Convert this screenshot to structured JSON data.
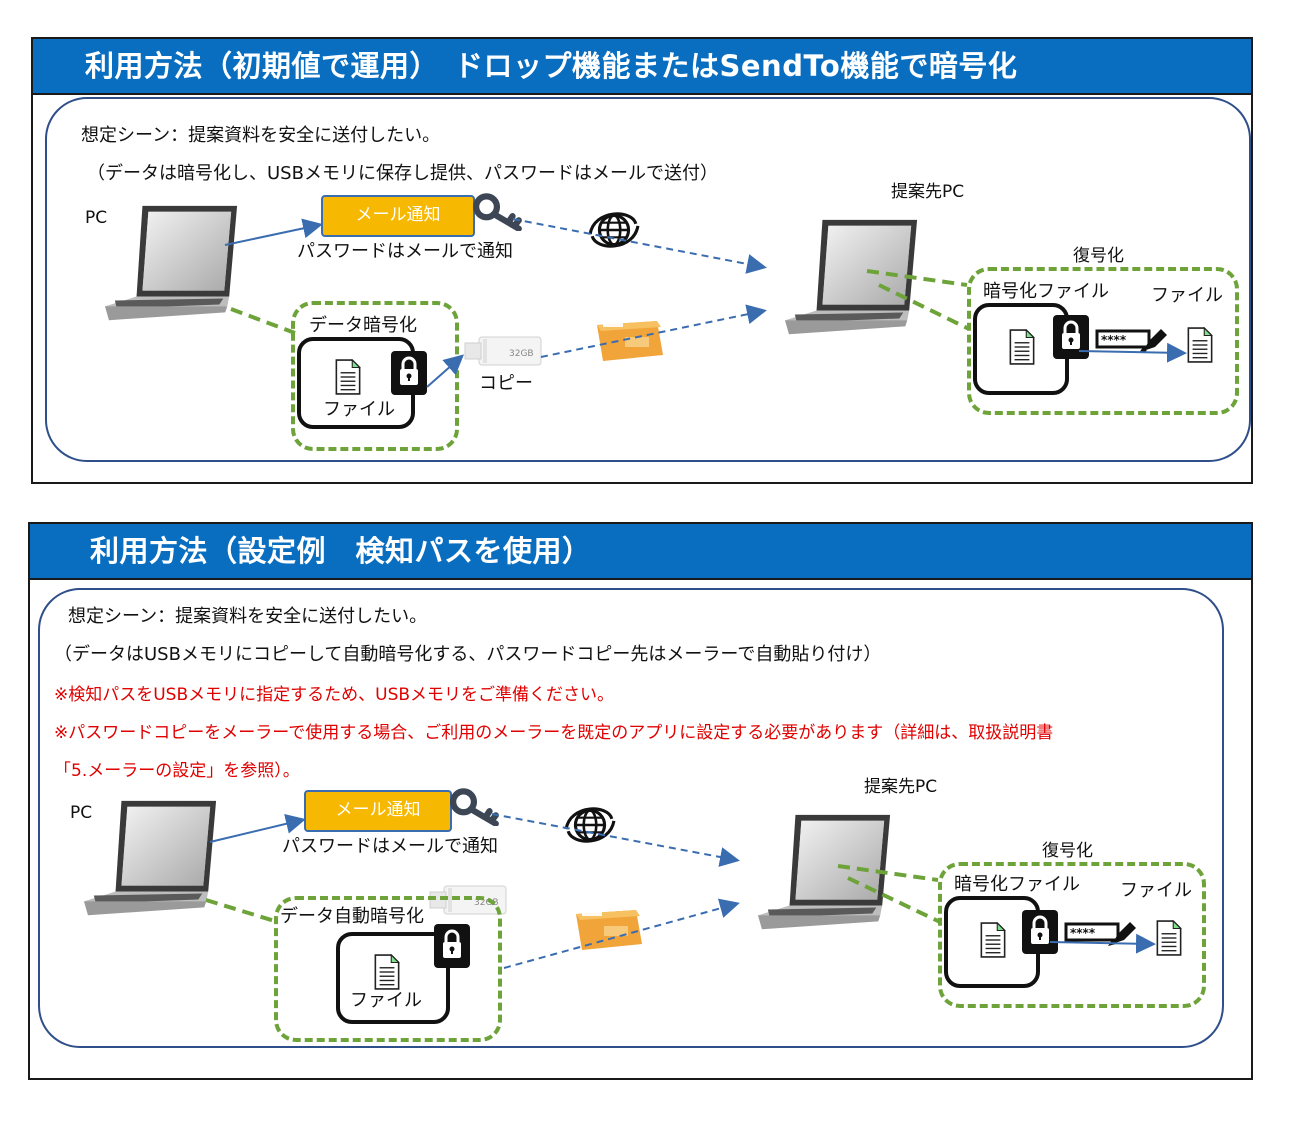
{
  "panel1": {
    "title": "利用方法（初期値で運用）　ドロップ機能またはSendTo機能で暗号化",
    "scene": "想定シーン：提案資料を安全に送付したい。",
    "desc": "（データは暗号化し、USBメモリに保存し提供、パスワードはメールで送付）",
    "pc_label": "PC",
    "mail_button": "メール通知",
    "password_note": "パスワードはメールで通知",
    "encrypt_label": "データ暗号化",
    "file_label": "ファイル",
    "copy_label": "コピー",
    "dest_pc_label": "提案先PC",
    "decrypt_label": "復号化",
    "encrypted_file_label": "暗号化ファイル",
    "output_file_label": "ファイル"
  },
  "panel2": {
    "title": "利用方法（設定例　検知パスを使用）",
    "scene": "想定シーン：提案資料を安全に送付したい。",
    "desc": "（データはUSBメモリにコピーして自動暗号化する、パスワードコピー先はメーラーで自動貼り付け）",
    "note1": "※検知パスをUSBメモリに指定するため、USBメモリをご準備ください。",
    "note2": "※パスワードコピーをメーラーで使用する場合、ご利用のメーラーを既定のアプリに設定する必要があります（詳細は、取扱説明書",
    "note3": "「5.メーラーの設定」を参照）。",
    "pc_label": "PC",
    "mail_button": "メール通知",
    "password_note": "パスワードはメールで通知",
    "encrypt_label": "データ自動暗号化",
    "file_label": "ファイル",
    "dest_pc_label": "提案先PC",
    "decrypt_label": "復号化",
    "encrypted_file_label": "暗号化ファイル",
    "output_file_label": "ファイル"
  },
  "usb_capacity": "32GB",
  "colors": {
    "banner": "#0a6ec0",
    "mail_button": "#f6b800",
    "dashed_green": "#6ea33a",
    "arrow_blue": "#3a6cb0",
    "note_red": "#e00000",
    "frame_blue": "#2f4f8a"
  }
}
